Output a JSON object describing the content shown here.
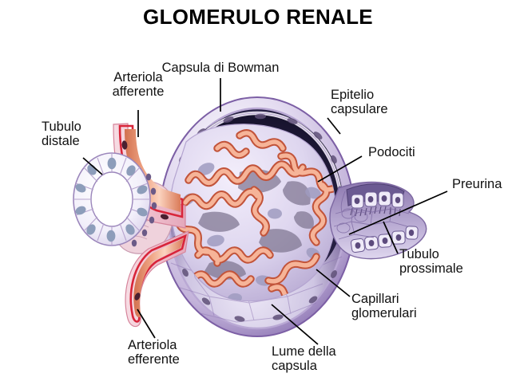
{
  "title": "GLOMERULO RENALE",
  "diagram": {
    "subject": "renal-glomerulus-cross-section",
    "labels": [
      {
        "id": "capsula-di-bowman",
        "text": "Capsula di Bowman"
      },
      {
        "id": "arteriola-afferente",
        "text": "Arteriola\nafferente"
      },
      {
        "id": "tubulo-distale",
        "text": "Tubulo\ndistale"
      },
      {
        "id": "epitelio-capsulare",
        "text": "Epitelio\ncapsulare"
      },
      {
        "id": "podociti",
        "text": "Podociti"
      },
      {
        "id": "preurina",
        "text": "Preurina"
      },
      {
        "id": "tubulo-prossimale",
        "text": "Tubulo\nprossimale"
      },
      {
        "id": "capillari-glomerulari",
        "text": "Capillari\nglomerulari"
      },
      {
        "id": "lume-della-capsula",
        "text": "Lume della\ncapsula"
      },
      {
        "id": "arteriola-efferente",
        "text": "Arteriola\nefferente"
      }
    ],
    "colors": {
      "background": "#ffffff",
      "text": "#111111",
      "leader_line": "#000000",
      "capsule_wall": "#c9bddf",
      "capsule_wall_dark": "#6b4f93",
      "capsule_lumen_dark": "#221c3c",
      "capsule_lumen_light": "#ded8ef",
      "podocyte_mass": "#d9d2ea",
      "capillary_fill": "#f6b498",
      "capillary_outline": "#c2543a",
      "arteriole_lumen": "#e98f6f",
      "arteriole_wall": "#f2c2cd",
      "arteriole_outline": "#d8253a",
      "tubule_cell": "#f1effa",
      "tubule_outline": "#9b86bb",
      "nucleus_blue": "#8d9dba",
      "nucleus_purple": "#6b5a87"
    }
  }
}
